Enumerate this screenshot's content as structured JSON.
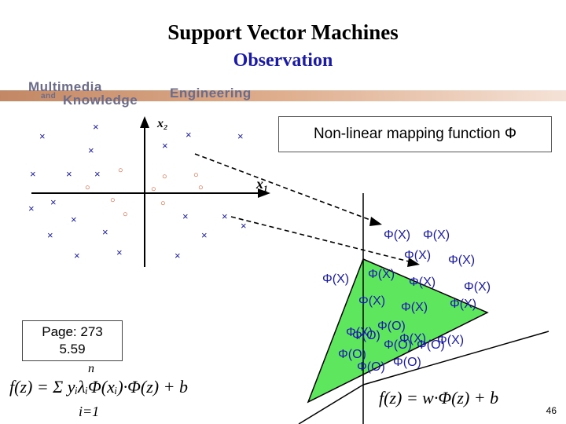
{
  "slide": {
    "title": "Support Vector Machines",
    "subtitle": "Observation",
    "logo": {
      "line1": "Multimedia",
      "line2": "and",
      "line3": "Knowledge",
      "line4": "Engineering",
      "color": "#6b6b8a"
    },
    "mapping_label": "Non-linear mapping function Φ",
    "page_ref": {
      "line1": "Page: 273",
      "line2": "5.59"
    },
    "page_number": "46",
    "input_space": {
      "axis_x1": "x₁",
      "axis_x2": "x₂",
      "cross_symbol": "×",
      "circle_symbol": "○"
    },
    "feature_space": {
      "phi_x": "Φ(X)",
      "phi_o": "Φ(O)",
      "plane_color": "#5ee65e"
    },
    "formula_left": "f(z) = Σ yᵢλᵢΦ(xᵢ)·Φ(z) + b",
    "formula_left_sum_top": "n",
    "formula_left_sum_bottom": "i=1",
    "formula_right": "f(z) = w·Φ(z) + b"
  }
}
